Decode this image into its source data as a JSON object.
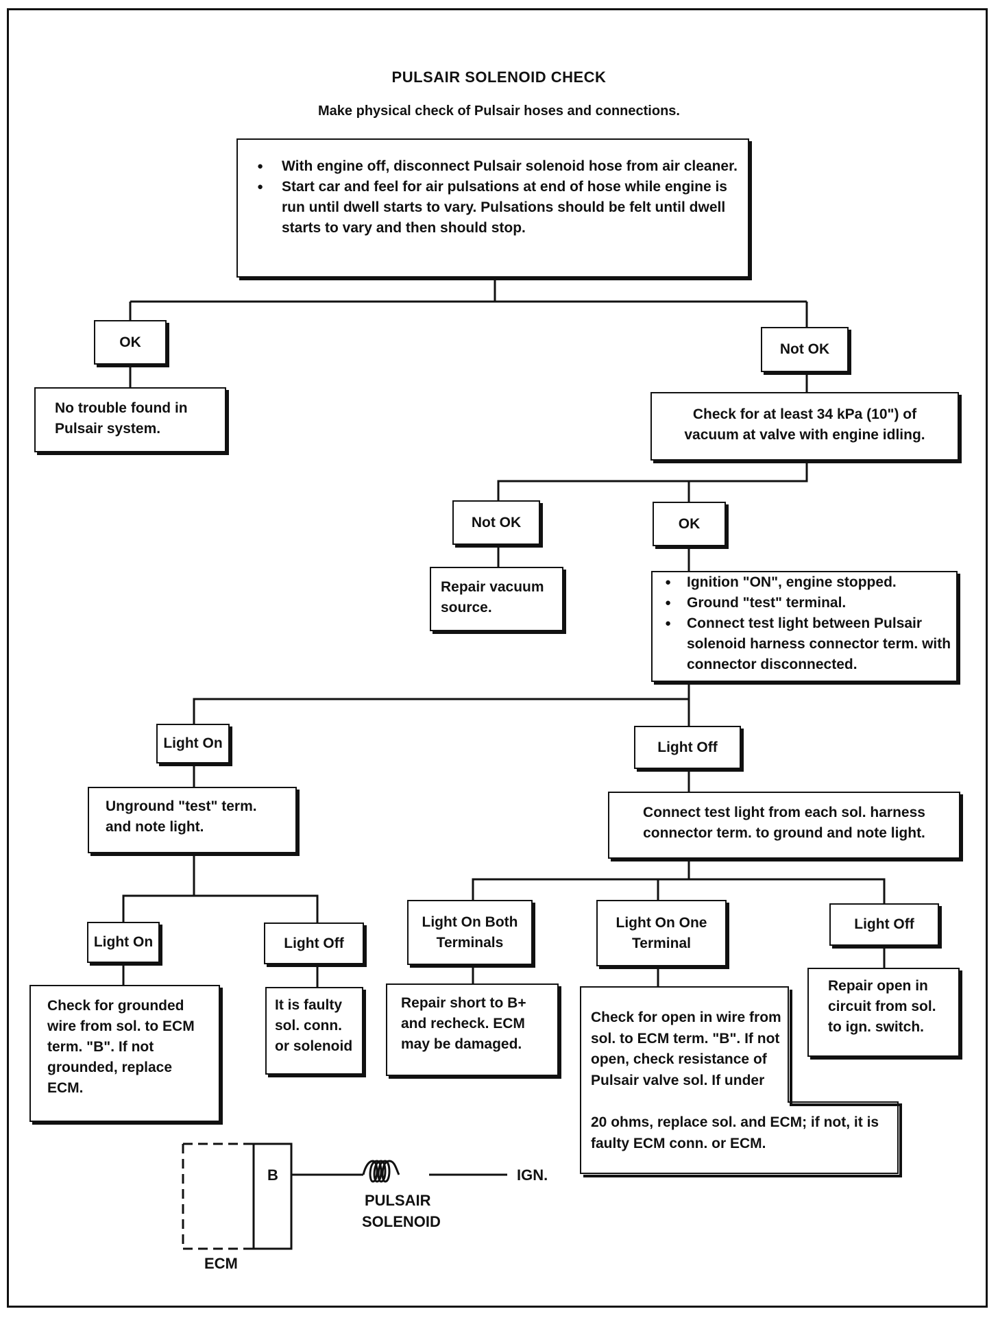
{
  "title": "PULSAIR SOLENOID CHECK",
  "subtitle": "Make physical check of Pulsair hoses and connections.",
  "nodes": {
    "start": {
      "bullets": [
        "With engine off, disconnect Pulsair solenoid hose from air cleaner.",
        "Start car and feel for air pulsations at end of hose while engine is run until dwell starts to vary. Pulsations should be felt until dwell starts to vary and then should stop."
      ]
    },
    "ok_1": "OK",
    "not_ok_1": "Not OK",
    "no_trouble": "No trouble found in Pulsair system.",
    "vacuum_check": "Check for at least 34 kPa (10\") of vacuum at valve with engine idling.",
    "not_ok_2": "Not OK",
    "ok_2": "OK",
    "repair_vacuum": "Repair vacuum source.",
    "ignition_test": {
      "bullets": [
        "Ignition \"ON\", engine stopped.",
        "Ground \"test\" terminal.",
        "Connect test light between Pulsair solenoid harness connector term. with connector disconnected."
      ]
    },
    "light_on_1": "Light On",
    "light_off_1": "Light Off",
    "unground": "Unground \"test\" term. and note light.",
    "connect_test_light": "Connect test light from each sol. harness connector term. to ground and note light.",
    "light_on_2": "Light On",
    "light_off_2": "Light Off",
    "light_on_both": "Light On Both Terminals",
    "light_on_one": "Light On One Terminal",
    "light_off_3": "Light Off",
    "check_grounded": "Check for grounded wire from sol. to ECM term. \"B\". If not grounded, replace ECM.",
    "faulty_conn": "It is faulty sol. conn. or solenoid",
    "repair_short": "Repair short to B+ and recheck. ECM may be damaged.",
    "check_open_part1": "Check for open in wire from sol. to ECM term. \"B\". If not open, check resistance of Pulsair valve sol. If under",
    "check_open_part2": "20 ohms, replace sol. and ECM; if not, it is faulty ECM conn. or ECM.",
    "repair_open": "Repair open in circuit from sol. to ign. switch."
  },
  "circuit": {
    "terminal": "B",
    "ecm_label": "ECM",
    "solenoid_label_line1": "PULSAIR",
    "solenoid_label_line2": "SOLENOID",
    "ign_label": "IGN."
  }
}
